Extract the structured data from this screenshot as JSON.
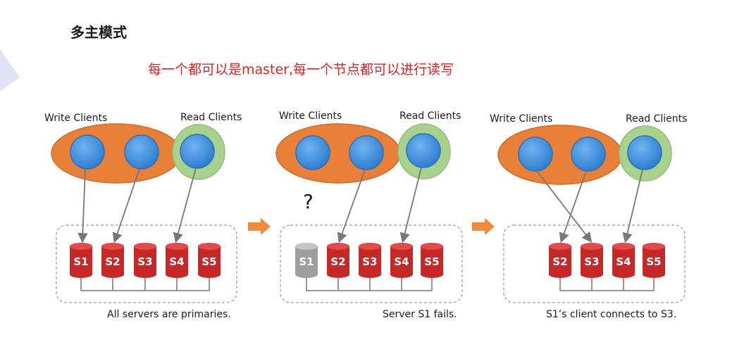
{
  "title": "多主模式",
  "subtitle": "每一个都可以是master,每一个节点都可以进行读写",
  "colors": {
    "write_group": "#e8803a",
    "read_group": "#a9d18e",
    "client": "#3b8fe0",
    "server": "#c62828",
    "server_failed": "#9e9e9e",
    "arrow": "#ee8a3a",
    "accent_text": "#e02020"
  },
  "panels": [
    {
      "write_label": "Write Clients",
      "read_label": "Read Clients",
      "question_mark": "",
      "servers": [
        {
          "label": "S1",
          "status": "ok"
        },
        {
          "label": "S2",
          "status": "ok"
        },
        {
          "label": "S3",
          "status": "ok"
        },
        {
          "label": "S4",
          "status": "ok"
        },
        {
          "label": "S5",
          "status": "ok"
        }
      ],
      "caption": "All servers are primaries."
    },
    {
      "write_label": "Write Clients",
      "read_label": "Read Clients",
      "question_mark": "?",
      "servers": [
        {
          "label": "S1",
          "status": "failed"
        },
        {
          "label": "S2",
          "status": "ok"
        },
        {
          "label": "S3",
          "status": "ok"
        },
        {
          "label": "S4",
          "status": "ok"
        },
        {
          "label": "S5",
          "status": "ok"
        }
      ],
      "caption": "Server S1 fails."
    },
    {
      "write_label": "Write Clients",
      "read_label": "Read Clients",
      "question_mark": "",
      "servers": [
        {
          "label": "S2",
          "status": "ok"
        },
        {
          "label": "S3",
          "status": "ok"
        },
        {
          "label": "S4",
          "status": "ok"
        },
        {
          "label": "S5",
          "status": "ok"
        }
      ],
      "caption": "S1’s client connects to S3."
    }
  ]
}
